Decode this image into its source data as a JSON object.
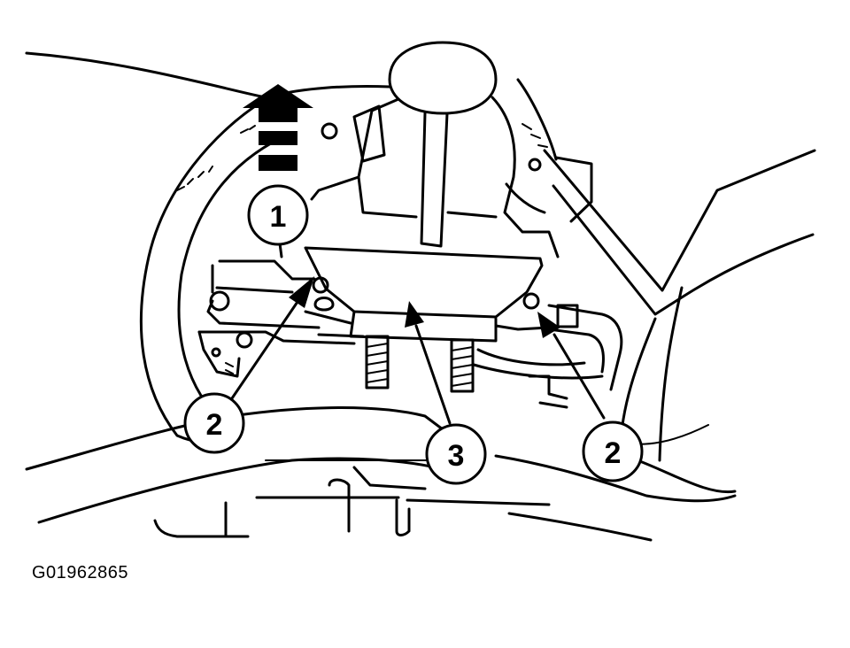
{
  "callouts": [
    {
      "id": "callout-1",
      "label": "1"
    },
    {
      "id": "callout-2-left",
      "label": "2"
    },
    {
      "id": "callout-3",
      "label": "3"
    },
    {
      "id": "callout-2-right",
      "label": "2"
    }
  ],
  "figure_id": "G01962865"
}
